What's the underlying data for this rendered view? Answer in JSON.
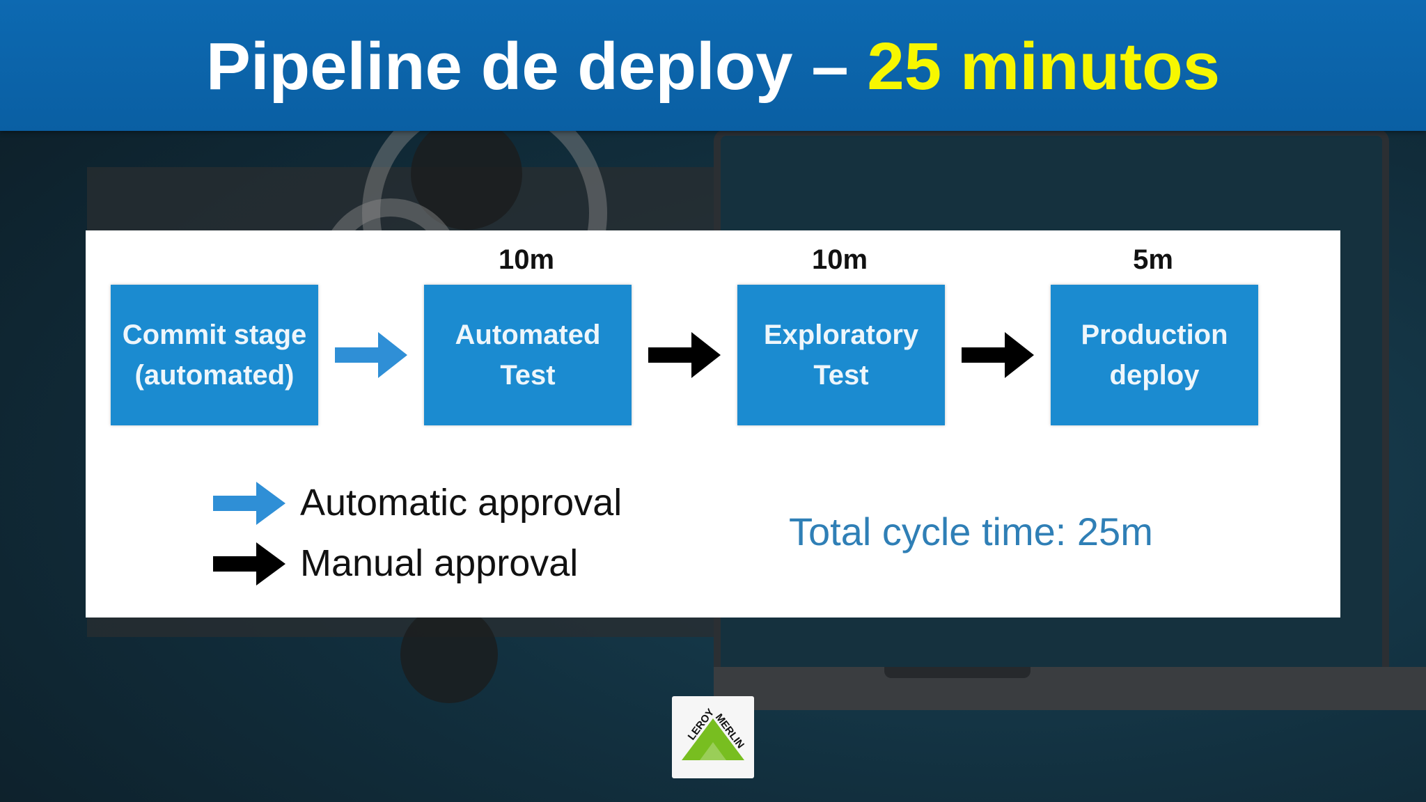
{
  "slide": {
    "title_main": "Pipeline de deploy – ",
    "title_accent": "25 minutos",
    "colors": {
      "header": "#0a5fa3",
      "accent_yellow": "#f7f700",
      "stage_blue": "#1b8bd0",
      "automatic_arrow": "#2f8fd6",
      "manual_arrow": "#000000",
      "cycle_text": "#2f7fb6"
    }
  },
  "diagram": {
    "stages": [
      {
        "label": "Commit stage\n(automated)",
        "duration": ""
      },
      {
        "label": "Automated\nTest",
        "duration": "10m"
      },
      {
        "label": "Exploratory\nTest",
        "duration": "10m"
      },
      {
        "label": "Production\ndeploy",
        "duration": "5m"
      }
    ],
    "connections": [
      {
        "from": "Commit stage",
        "to": "Automated Test",
        "type": "automatic"
      },
      {
        "from": "Automated Test",
        "to": "Exploratory Test",
        "type": "manual"
      },
      {
        "from": "Exploratory Test",
        "to": "Production deploy",
        "type": "manual"
      }
    ],
    "legend": {
      "automatic": "Automatic approval",
      "manual": "Manual approval"
    },
    "total_cycle": "Total cycle time: 25m"
  },
  "logo": {
    "text": "LEROY MERLIN",
    "icon": "leroy-merlin-logo"
  }
}
